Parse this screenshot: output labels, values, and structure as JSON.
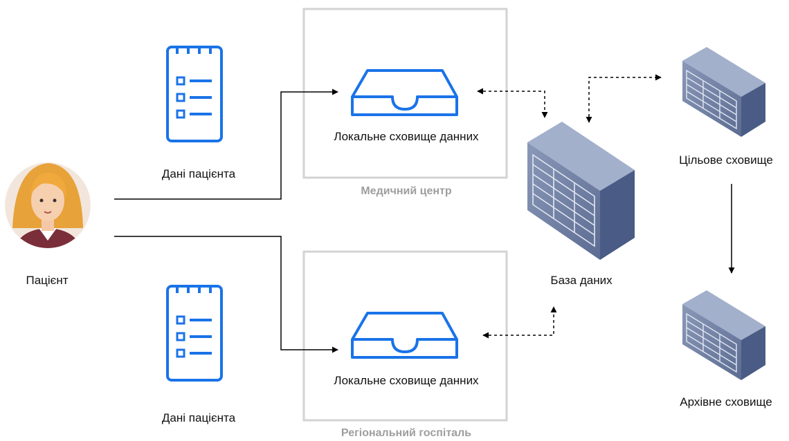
{
  "patient": {
    "label": "Пацієнт",
    "icon": "patient-avatar-icon"
  },
  "patient_data": {
    "top_label": "Дані пацієнта",
    "bottom_label": "Дані пацієнта",
    "icon": "notepad-checklist-icon"
  },
  "groups": {
    "medical_center": {
      "name": "Медичний центр",
      "storage_label": "Локальне сховище данних"
    },
    "regional_hospital": {
      "name": "Регіональний госпіталь",
      "storage_label": "Локальне сховище данних"
    }
  },
  "database": {
    "label": "База даних",
    "icon": "server-rack-icon"
  },
  "target_storage": {
    "label": "Цільове сховище",
    "icon": "server-rack-icon"
  },
  "archive_storage": {
    "label": "Архівне сховище",
    "icon": "server-rack-icon"
  },
  "colors": {
    "accent_blue": "#1a73e8",
    "group_border": "#d3d3d3",
    "group_label": "#9e9e9e",
    "server_front": "#7a88a8",
    "server_side": "#4a5c85",
    "server_top": "#a2b0cc"
  }
}
